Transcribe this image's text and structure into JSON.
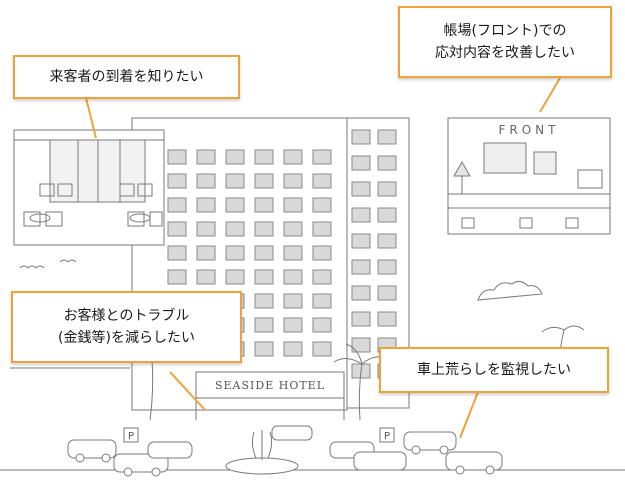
{
  "callouts": {
    "visitor_arrival": {
      "lines": [
        "来客者の到着を知りたい"
      ]
    },
    "front_desk": {
      "lines": [
        "帳場(フロント)での",
        "応対内容を改善したい"
      ]
    },
    "customer_trouble": {
      "lines": [
        "お客様とのトラブル",
        "(金銭等)を減らしたい"
      ]
    },
    "car_vandalism": {
      "lines": [
        "車上荒らしを監視したい"
      ]
    }
  },
  "scene": {
    "front_sign": "FRONT",
    "hotel_sign": "SEASIDE HOTEL",
    "parking_sign": "P"
  },
  "colors": {
    "callout_border": "#f0a23a",
    "line_art": "#7a7a7a",
    "window_shade": "#d9d9d9"
  }
}
